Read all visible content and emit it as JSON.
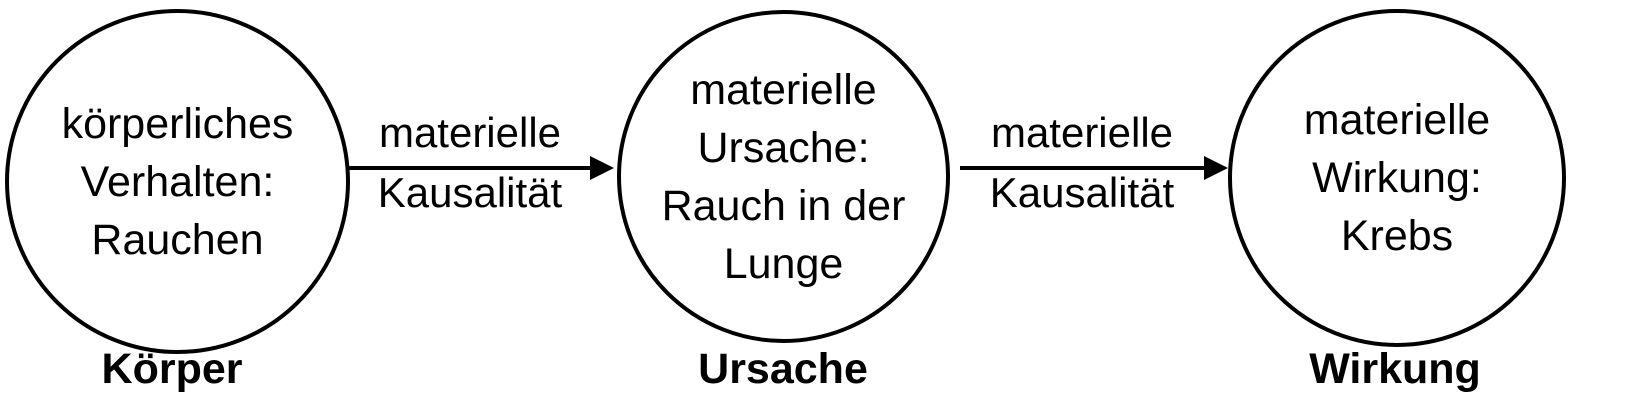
{
  "nodes": {
    "koerper": {
      "lines": [
        "körperliches",
        "Verhalten:",
        "Rauchen"
      ],
      "caption": "Körper"
    },
    "ursache": {
      "lines": [
        "materielle",
        "Ursache:",
        "Rauch in der",
        "Lunge"
      ],
      "caption": "Ursache"
    },
    "wirkung": {
      "lines": [
        "materielle",
        "Wirkung:",
        "Krebs"
      ],
      "caption": "Wirkung"
    }
  },
  "edges": {
    "first": {
      "lines": [
        "materielle",
        "Kausalität"
      ]
    },
    "second": {
      "lines": [
        "materielle",
        "Kausalität"
      ]
    }
  },
  "colors": {
    "stroke": "#000000",
    "background": "#ffffff"
  }
}
